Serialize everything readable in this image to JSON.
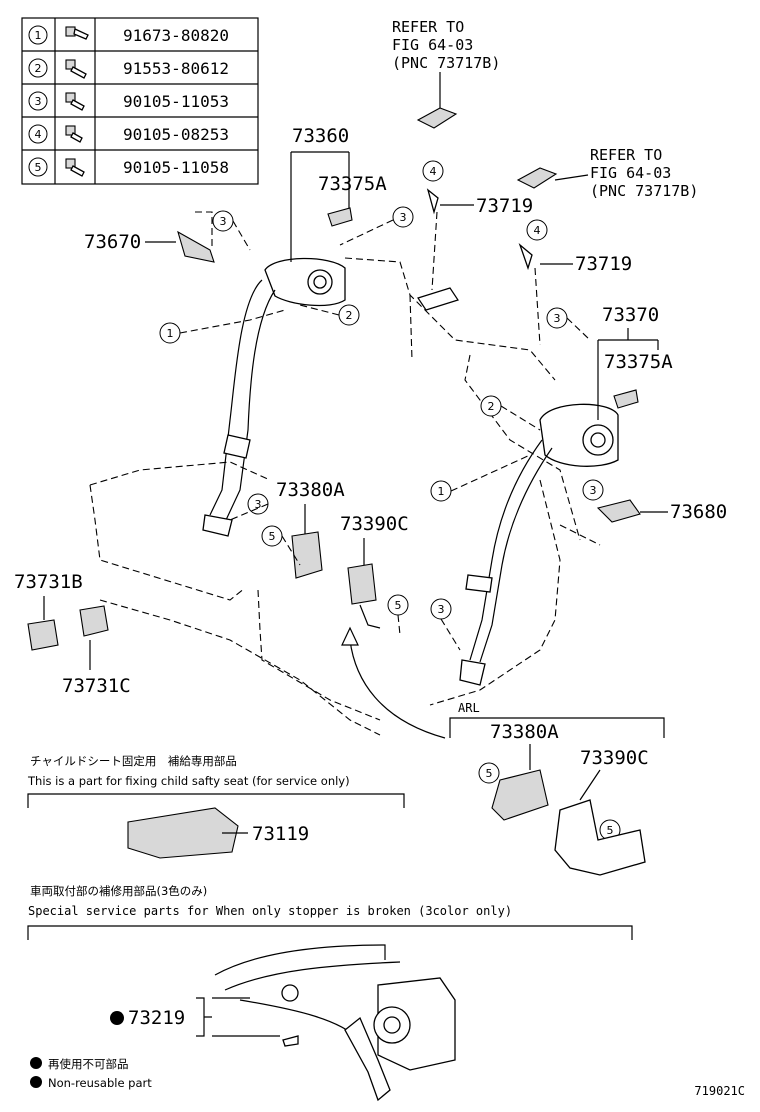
{
  "fastener_table": [
    {
      "no": "1",
      "part": "91673-80820"
    },
    {
      "no": "2",
      "part": "91553-80612"
    },
    {
      "no": "3",
      "part": "90105-11053"
    },
    {
      "no": "4",
      "part": "90105-08253"
    },
    {
      "no": "5",
      "part": "90105-11058"
    }
  ],
  "refer_top": {
    "line1": "REFER TO",
    "line2": "FIG 64-03",
    "line3": "(PNC 73717B)"
  },
  "refer_right": {
    "line1": "REFER TO",
    "line2": "FIG 64-03",
    "line3": "(PNC 73717B)"
  },
  "labels": {
    "p73360": "73360",
    "p73375a_1": "73375A",
    "p73670": "73670",
    "p73719_1": "73719",
    "p73719_2": "73719",
    "p73370": "73370",
    "p73375a_2": "73375A",
    "p73680": "73680",
    "p73380a_1": "73380A",
    "p73390c_1": "73390C",
    "p73731b": "73731B",
    "p73731c": "73731C",
    "arl": "ARL",
    "p73380a_2": "73380A",
    "p73390c_2": "73390C",
    "p73119": "73119",
    "p73219": "73219"
  },
  "callouts": {
    "c1": "1",
    "c2": "2",
    "c3": "3",
    "c4": "4",
    "c5": "5"
  },
  "child_seat": {
    "jp": "チャイルドシート固定用　補給専用部品",
    "en": "This is a part for fixing child safty seat (for service only)"
  },
  "stopper": {
    "jp": "車両取付部の補修用部品(3色のみ)",
    "en": "Special  service  parts  for  When  only  stopper  is  broken  (3color  only)"
  },
  "legend": {
    "jp": "再使用不可部品",
    "en": "Non-reusable part"
  },
  "figure_id": "719021C"
}
